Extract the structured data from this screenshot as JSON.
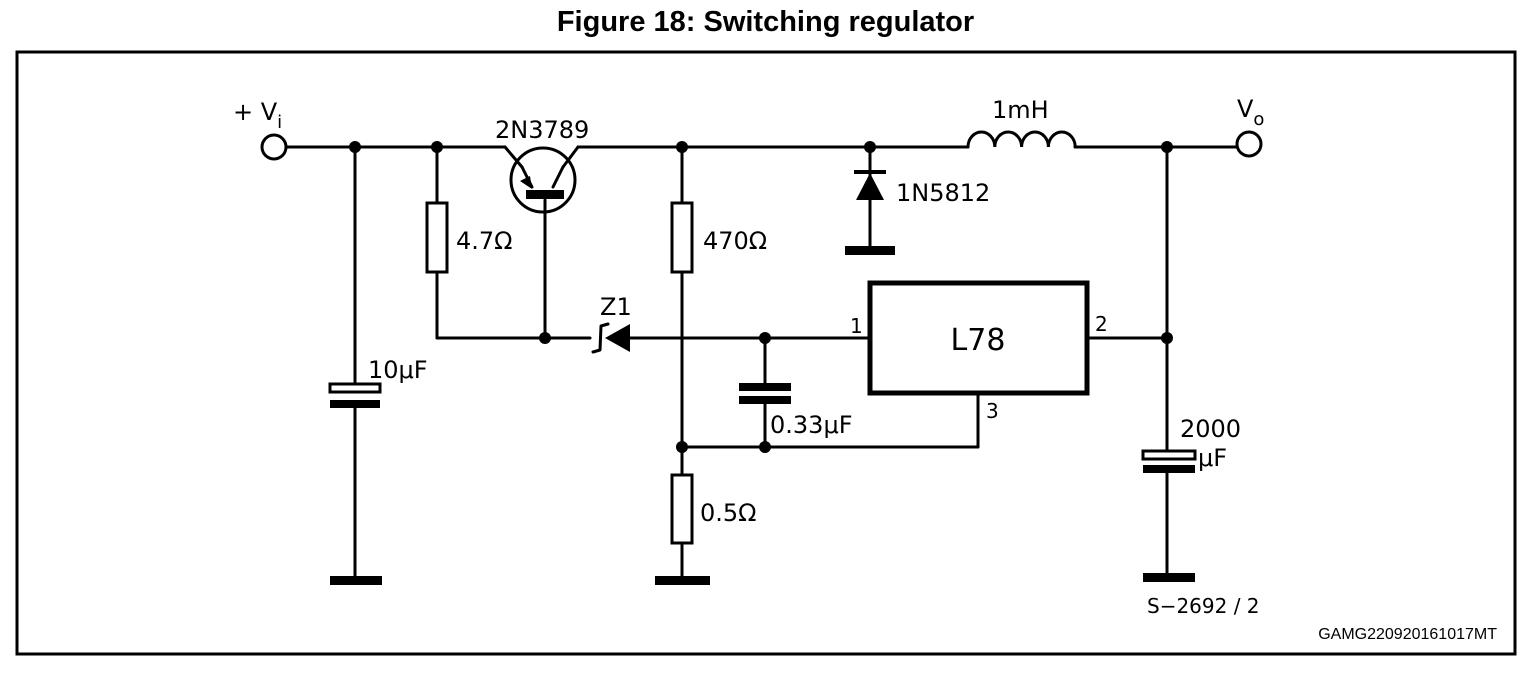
{
  "figure": {
    "title": "Figure 18: Switching regulator",
    "code": "GAMG220920161017MT",
    "drawing_number": "S−2692 / 2"
  },
  "terminals": {
    "input_prefix": "+ V",
    "input_sub": "i",
    "output_main": "V",
    "output_sub": "o"
  },
  "components": {
    "transistor": "2N3789",
    "inductor": "1mH",
    "diode": "1N5812",
    "r1": "4.7Ω",
    "r2": "470Ω",
    "r3": "0.5Ω",
    "zener": "Z1",
    "c_in": "10μF",
    "c_mid": "0.33μF",
    "c_out_value": "2000",
    "c_out_unit": "μF",
    "regulator": "L78",
    "pin1": "1",
    "pin2": "2",
    "pin3": "3"
  }
}
